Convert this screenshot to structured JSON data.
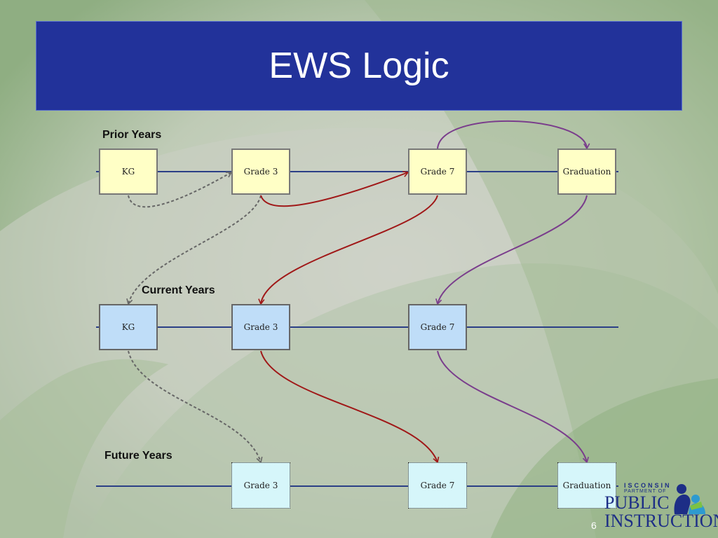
{
  "slide": {
    "title": "EWS Logic",
    "page_number": "6"
  },
  "rows": {
    "prior": {
      "label": "Prior Years",
      "boxes": [
        "KG",
        "Grade 3",
        "Grade 7",
        "Graduation"
      ]
    },
    "current": {
      "label": "Current Years",
      "boxes": [
        "KG",
        "Grade 3",
        "Grade 7"
      ]
    },
    "future": {
      "label": "Future Years",
      "boxes": [
        "Grade 3",
        "Grade 7",
        "Graduation"
      ]
    }
  },
  "logo": {
    "line1": "ISCONSIN",
    "line2": "PARTMENT OF",
    "line3": "PUBLIC",
    "line4": "INSTRUCTION"
  },
  "colors": {
    "title_bar": "#22329A",
    "timeline": "#2B3F86",
    "prior_box": "#FFFFC6",
    "current_box": "#BFDDF8",
    "future_box": "#D6F6FA",
    "red_arrow": "#A01818",
    "purple_arrow": "#7A3D8C",
    "dashed_arrow": "#666666"
  }
}
